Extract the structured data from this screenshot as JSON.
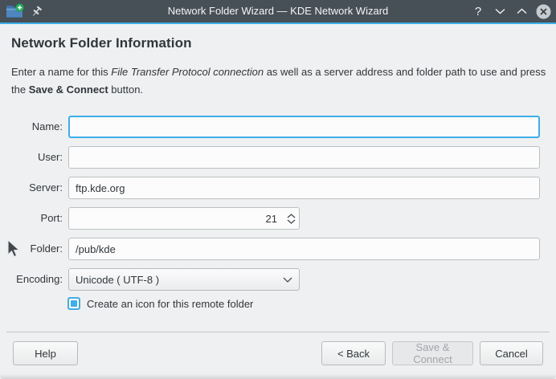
{
  "titlebar": {
    "title": "Network Folder Wizard — KDE Network Wizard",
    "help_glyph": "?"
  },
  "page": {
    "heading": "Network Folder Information",
    "intro_before_italic": "Enter a name for this ",
    "intro_italic": "File Transfer Protocol connection",
    "intro_middle": " as well as a server address and folder path to use and press",
    "intro_line2_start": "the ",
    "intro_bold": "Save & Connect",
    "intro_after": " button."
  },
  "form": {
    "name": {
      "label": "Name:",
      "value": ""
    },
    "user": {
      "label": "User:",
      "value": ""
    },
    "server": {
      "label": "Server:",
      "value": "ftp.kde.org"
    },
    "port": {
      "label": "Port:",
      "value": "21"
    },
    "folder": {
      "label": "Folder:",
      "value": "/pub/kde"
    },
    "encoding": {
      "label": "Encoding:",
      "value": "Unicode ( UTF-8 )"
    },
    "create_icon_checkbox": {
      "label": "Create an icon for this remote folder",
      "checked": "true"
    }
  },
  "buttons": {
    "help": "Help",
    "back": "< Back",
    "save_connect": "Save & Connect",
    "cancel": "Cancel"
  },
  "colors": {
    "accent": "#3daee9",
    "titlebar_bg": "#474f57",
    "window_bg": "#eff0f1",
    "text": "#31363b",
    "disabled_text": "#a2a6aa"
  }
}
